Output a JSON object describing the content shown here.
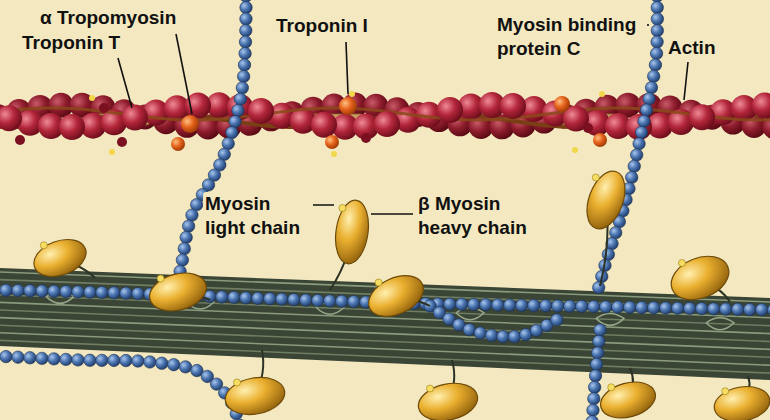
{
  "diagram": {
    "labels": [
      "α Tropomyosin",
      "Troponin T",
      "Troponin I",
      "Myosin binding protein C",
      "Actin",
      "Myosin light chain",
      "β Myosin heavy chain"
    ]
  }
}
